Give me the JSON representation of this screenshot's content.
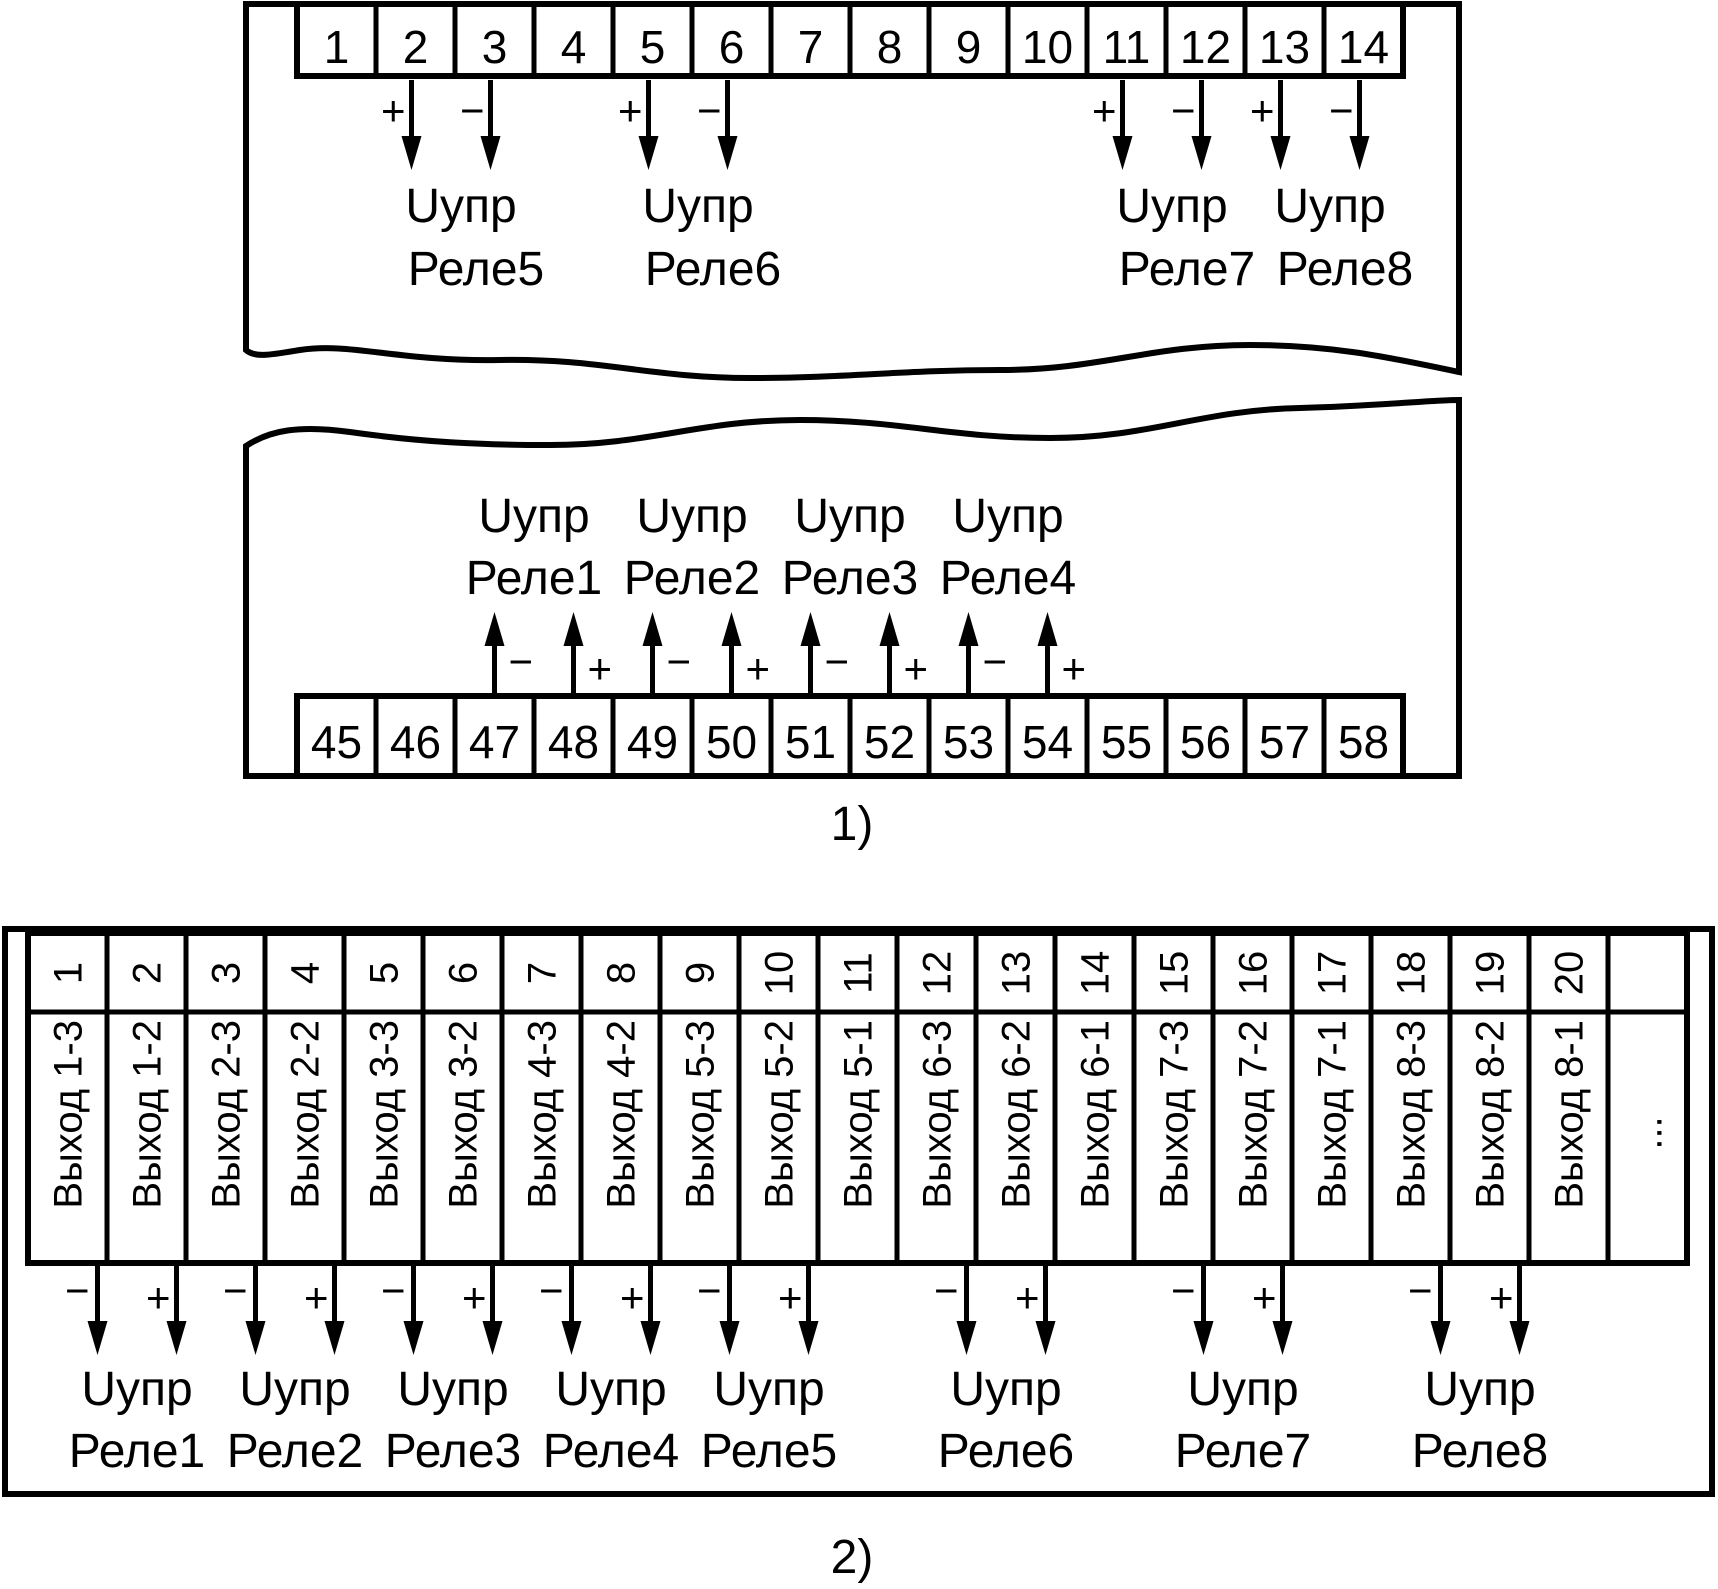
{
  "diagram1": {
    "caption": "1)",
    "top_terminals": [
      "1",
      "2",
      "3",
      "4",
      "5",
      "6",
      "7",
      "8",
      "9",
      "10",
      "11",
      "12",
      "13",
      "14"
    ],
    "top_relays": [
      {
        "plus": "+",
        "minus": "−",
        "line1": "Uупр",
        "line2": "Реле5"
      },
      {
        "plus": "+",
        "minus": "−",
        "line1": "Uупр",
        "line2": "Реле6"
      },
      {
        "plus": "+",
        "minus": "−",
        "line1": "Uупр",
        "line2": "Реле7"
      },
      {
        "plus": "+",
        "minus": "−",
        "line1": "Uупр",
        "line2": "Реле8"
      }
    ],
    "bottom_terminals": [
      "45",
      "46",
      "47",
      "48",
      "49",
      "50",
      "51",
      "52",
      "53",
      "54",
      "55",
      "56",
      "57",
      "58"
    ],
    "bottom_relays": [
      {
        "plus": "+",
        "minus": "−",
        "line1": "Uупр",
        "line2": "Реле1"
      },
      {
        "plus": "+",
        "minus": "−",
        "line1": "Uупр",
        "line2": "Реле2"
      },
      {
        "plus": "+",
        "minus": "−",
        "line1": "Uупр",
        "line2": "Реле3"
      },
      {
        "plus": "+",
        "minus": "−",
        "line1": "Uупр",
        "line2": "Реле4"
      }
    ]
  },
  "diagram2": {
    "caption": "2)",
    "terminals": [
      {
        "num": "1",
        "label": "Выход 1-3"
      },
      {
        "num": "2",
        "label": "Выход 1-2"
      },
      {
        "num": "3",
        "label": "Выход 2-3"
      },
      {
        "num": "4",
        "label": "Выход 2-2"
      },
      {
        "num": "5",
        "label": "Выход 3-3"
      },
      {
        "num": "6",
        "label": "Выход 3-2"
      },
      {
        "num": "7",
        "label": "Выход 4-3"
      },
      {
        "num": "8",
        "label": "Выход 4-2"
      },
      {
        "num": "9",
        "label": "Выход 5-3"
      },
      {
        "num": "10",
        "label": "Выход 5-2"
      },
      {
        "num": "11",
        "label": "Выход 5-1"
      },
      {
        "num": "12",
        "label": "Выход 6-3"
      },
      {
        "num": "13",
        "label": "Выход 6-2"
      },
      {
        "num": "14",
        "label": "Выход 6-1"
      },
      {
        "num": "15",
        "label": "Выход 7-3"
      },
      {
        "num": "16",
        "label": "Выход 7-2"
      },
      {
        "num": "17",
        "label": "Выход 7-1"
      },
      {
        "num": "18",
        "label": "Выход 8-3"
      },
      {
        "num": "19",
        "label": "Выход 8-2"
      },
      {
        "num": "20",
        "label": "Выход 8-1"
      }
    ],
    "ellipsis": "...",
    "relays": [
      {
        "plus": "+",
        "minus": "−",
        "line1": "Uупр",
        "line2": "Реле1"
      },
      {
        "plus": "+",
        "minus": "−",
        "line1": "Uупр",
        "line2": "Реле2"
      },
      {
        "plus": "+",
        "minus": "−",
        "line1": "Uупр",
        "line2": "Реле3"
      },
      {
        "plus": "+",
        "minus": "−",
        "line1": "Uупр",
        "line2": "Реле4"
      },
      {
        "plus": "+",
        "minus": "−",
        "line1": "Uупр",
        "line2": "Реле5"
      },
      {
        "plus": "+",
        "minus": "−",
        "line1": "Uупр",
        "line2": "Реле6"
      },
      {
        "plus": "+",
        "minus": "−",
        "line1": "Uупр",
        "line2": "Реле7"
      },
      {
        "plus": "+",
        "minus": "−",
        "line1": "Uупр",
        "line2": "Реле8"
      }
    ]
  }
}
